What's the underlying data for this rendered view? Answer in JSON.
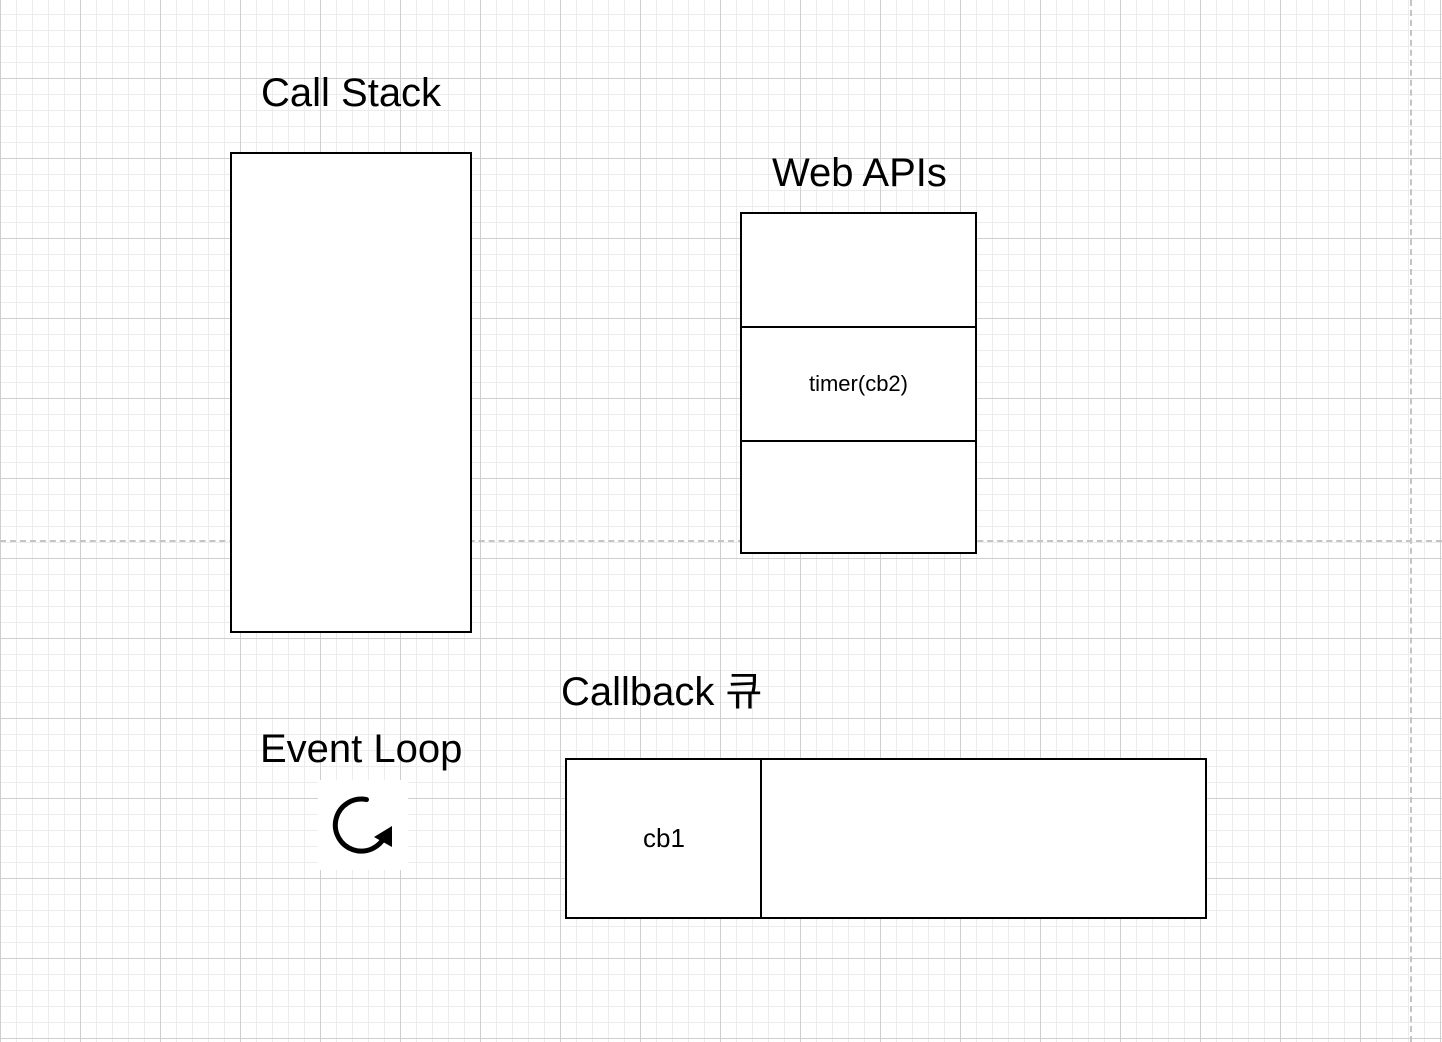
{
  "call_stack": {
    "title": "Call Stack"
  },
  "web_apis": {
    "title": "Web APIs",
    "slots": [
      "",
      "timer(cb2)",
      ""
    ]
  },
  "callback_queue": {
    "title": "Callback 큐",
    "slots": [
      "cb1",
      ""
    ]
  },
  "event_loop": {
    "title": "Event Loop",
    "icon": "refresh-loop-icon"
  },
  "colors": {
    "stroke": "#000000",
    "fill": "#ffffff",
    "grid": "#cfcfcf",
    "page_break": "#c4c4c4"
  }
}
